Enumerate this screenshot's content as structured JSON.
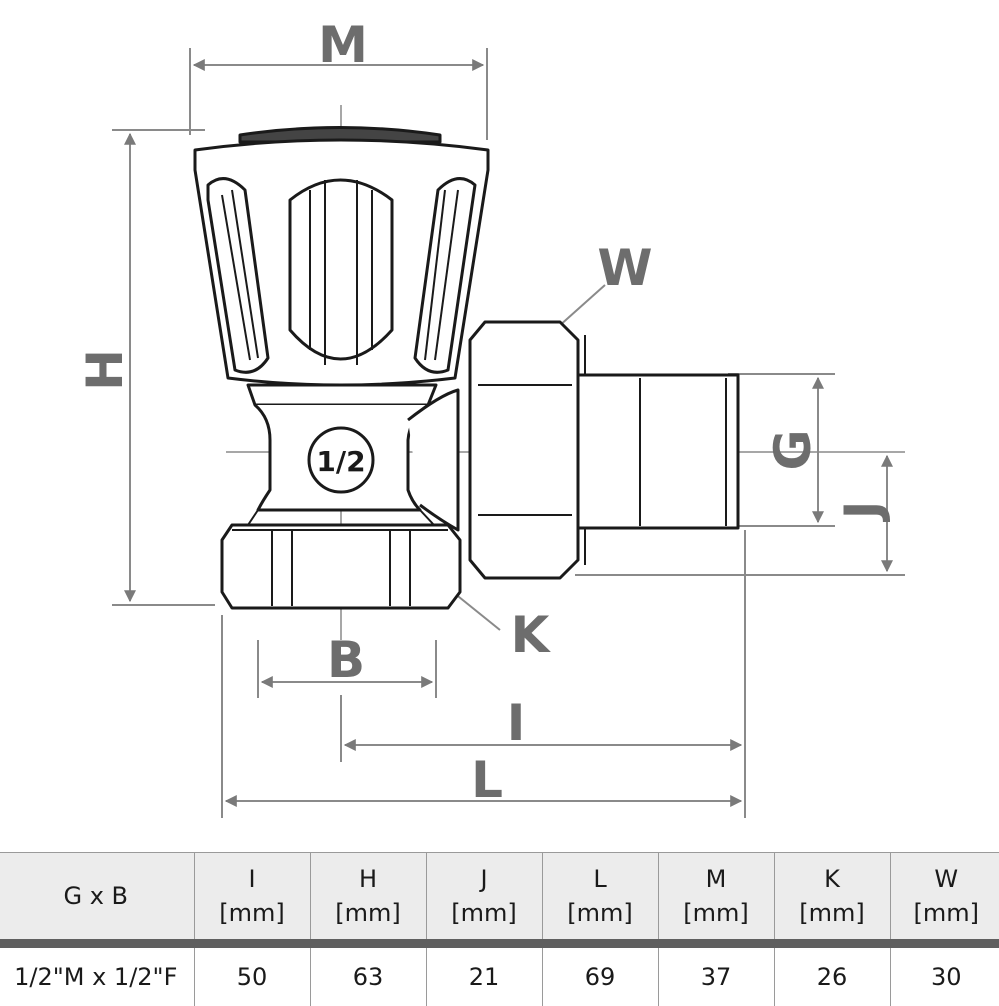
{
  "dimensions": {
    "M": "M",
    "H": "H",
    "W": "W",
    "G": "G",
    "J": "J",
    "K": "K",
    "B": "B",
    "I": "I",
    "L": "L"
  },
  "valve_label": "1/2",
  "table": {
    "headers": [
      {
        "name": "G x B",
        "unit": ""
      },
      {
        "name": "I",
        "unit": "[mm]"
      },
      {
        "name": "H",
        "unit": "[mm]"
      },
      {
        "name": "J",
        "unit": "[mm]"
      },
      {
        "name": "L",
        "unit": "[mm]"
      },
      {
        "name": "M",
        "unit": "[mm]"
      },
      {
        "name": "K",
        "unit": "[mm]"
      },
      {
        "name": "W",
        "unit": "[mm]"
      }
    ],
    "rows": [
      [
        "1/2\"M x 1/2\"F",
        "50",
        "63",
        "21",
        "69",
        "37",
        "26",
        "30"
      ]
    ]
  }
}
